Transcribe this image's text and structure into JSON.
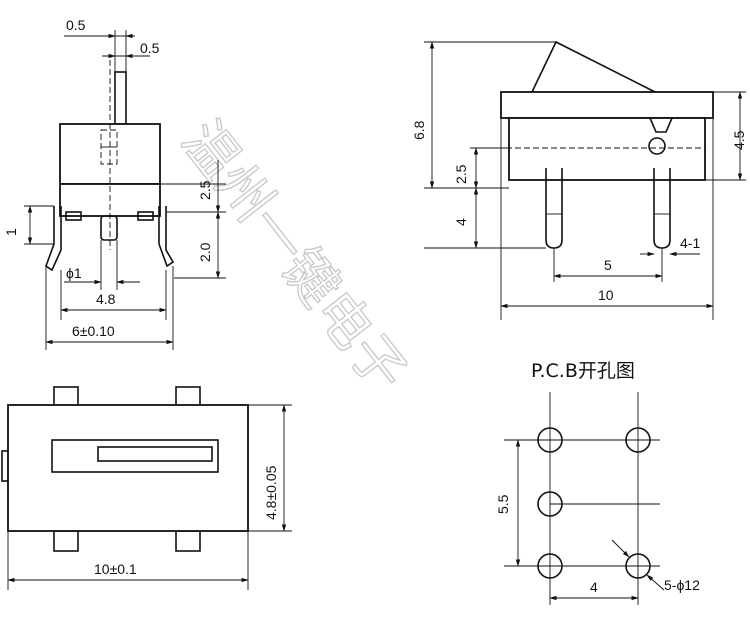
{
  "watermark": "温州一键电子",
  "pcb_title": "P.C.B开孔图",
  "side_view": {
    "dims": {
      "pin_w1": "0.5",
      "pin_w2": "0.5",
      "d25": "2.5",
      "d1": "1",
      "d20": "2.0",
      "phi": "ϕ1",
      "d48": "4.8",
      "d6": "6±0.10"
    }
  },
  "front_view": {
    "dims": {
      "d68": "6.8",
      "d45": "4.5",
      "d25": "2.5",
      "d4": "4",
      "d41": "4-1",
      "d5": "5",
      "d10": "10"
    }
  },
  "top_view": {
    "dims": {
      "d10": "10±0.1",
      "d48": "4.8±0.05"
    }
  },
  "pcb": {
    "dims": {
      "d55": "5.5",
      "d4": "4",
      "hole": "5-ϕ12"
    }
  }
}
